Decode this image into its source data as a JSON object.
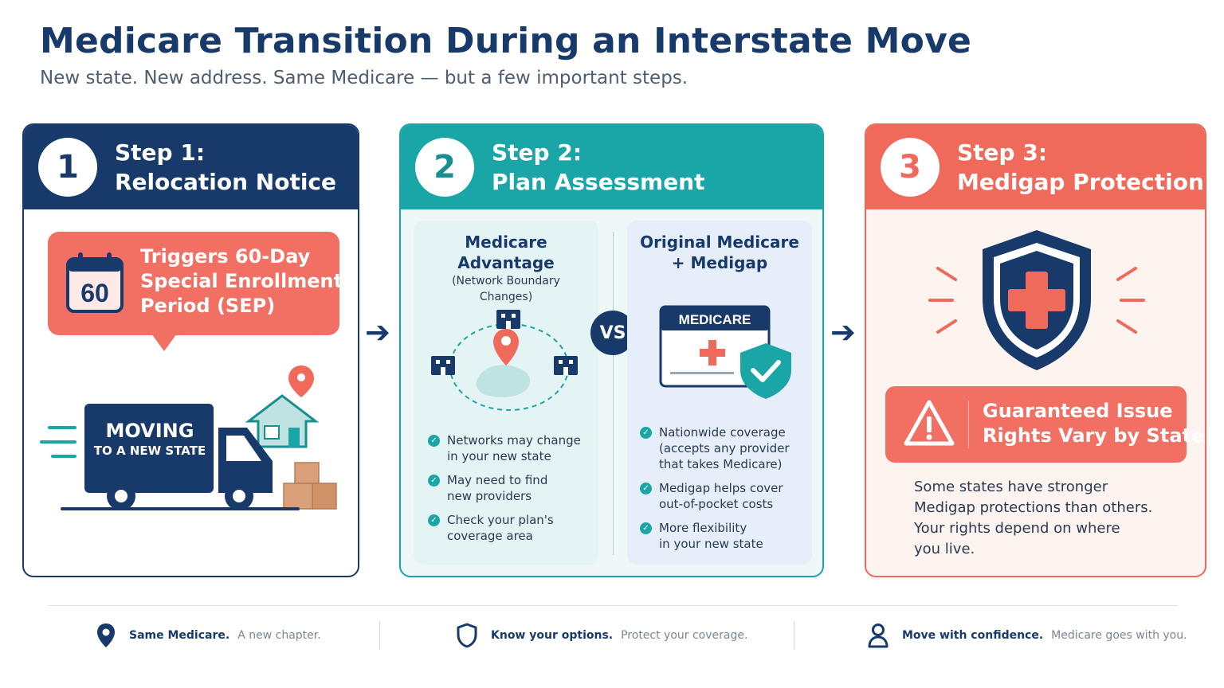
{
  "header": {
    "title": "Medicare Transition During an Interstate Move",
    "subtitle": "New state. New address. Same Medicare — but a few important steps."
  },
  "steps": [
    {
      "number": "1",
      "label": "Step 1:",
      "title": "Relocation Notice",
      "color": "#173a6b",
      "calendar_number": "60",
      "callout_lines": [
        "Triggers 60-Day",
        "Special Enrollment",
        "Period (SEP)"
      ],
      "truck_line1": "MOVING",
      "truck_line2": "TO A NEW STATE"
    },
    {
      "number": "2",
      "label": "Step 2:",
      "title": "Plan Assessment",
      "color": "#1aa6a6",
      "vs_label": "VS",
      "left": {
        "title_lines": [
          "Medicare",
          "Advantage"
        ],
        "subtitle_lines": [
          "(Network Boundary",
          "Changes)"
        ],
        "bullets": [
          [
            "Networks may change",
            "in your new state"
          ],
          [
            "May need to find",
            "new providers"
          ],
          [
            "Check your plan's",
            "coverage area"
          ]
        ]
      },
      "right": {
        "title_lines": [
          "Original Medicare",
          "+ Medigap"
        ],
        "card_label": "MEDICARE",
        "bullets": [
          [
            "Nationwide coverage",
            "(accepts any provider",
            "that takes Medicare)"
          ],
          [
            "Medigap helps cover",
            "out-of-pocket costs"
          ],
          [
            "More flexibility",
            "in your new state"
          ]
        ]
      }
    },
    {
      "number": "3",
      "label": "Step 3:",
      "title": "Medigap Protections",
      "color": "#f06a5c",
      "warning_lines": [
        "Guaranteed Issue",
        "Rights Vary by State"
      ],
      "body_lines": [
        "Some states have stronger",
        "Medigap protections than others.",
        "Your rights depend on where",
        "you live."
      ]
    }
  ],
  "footer": [
    {
      "icon": "map-pin-icon",
      "bold": "Same Medicare.",
      "text": "A new chapter."
    },
    {
      "icon": "shield-icon",
      "bold": "Know your options.",
      "text": "Protect your coverage."
    },
    {
      "icon": "user-icon",
      "bold": "Move with confidence.",
      "text": "Medicare goes with you."
    }
  ]
}
